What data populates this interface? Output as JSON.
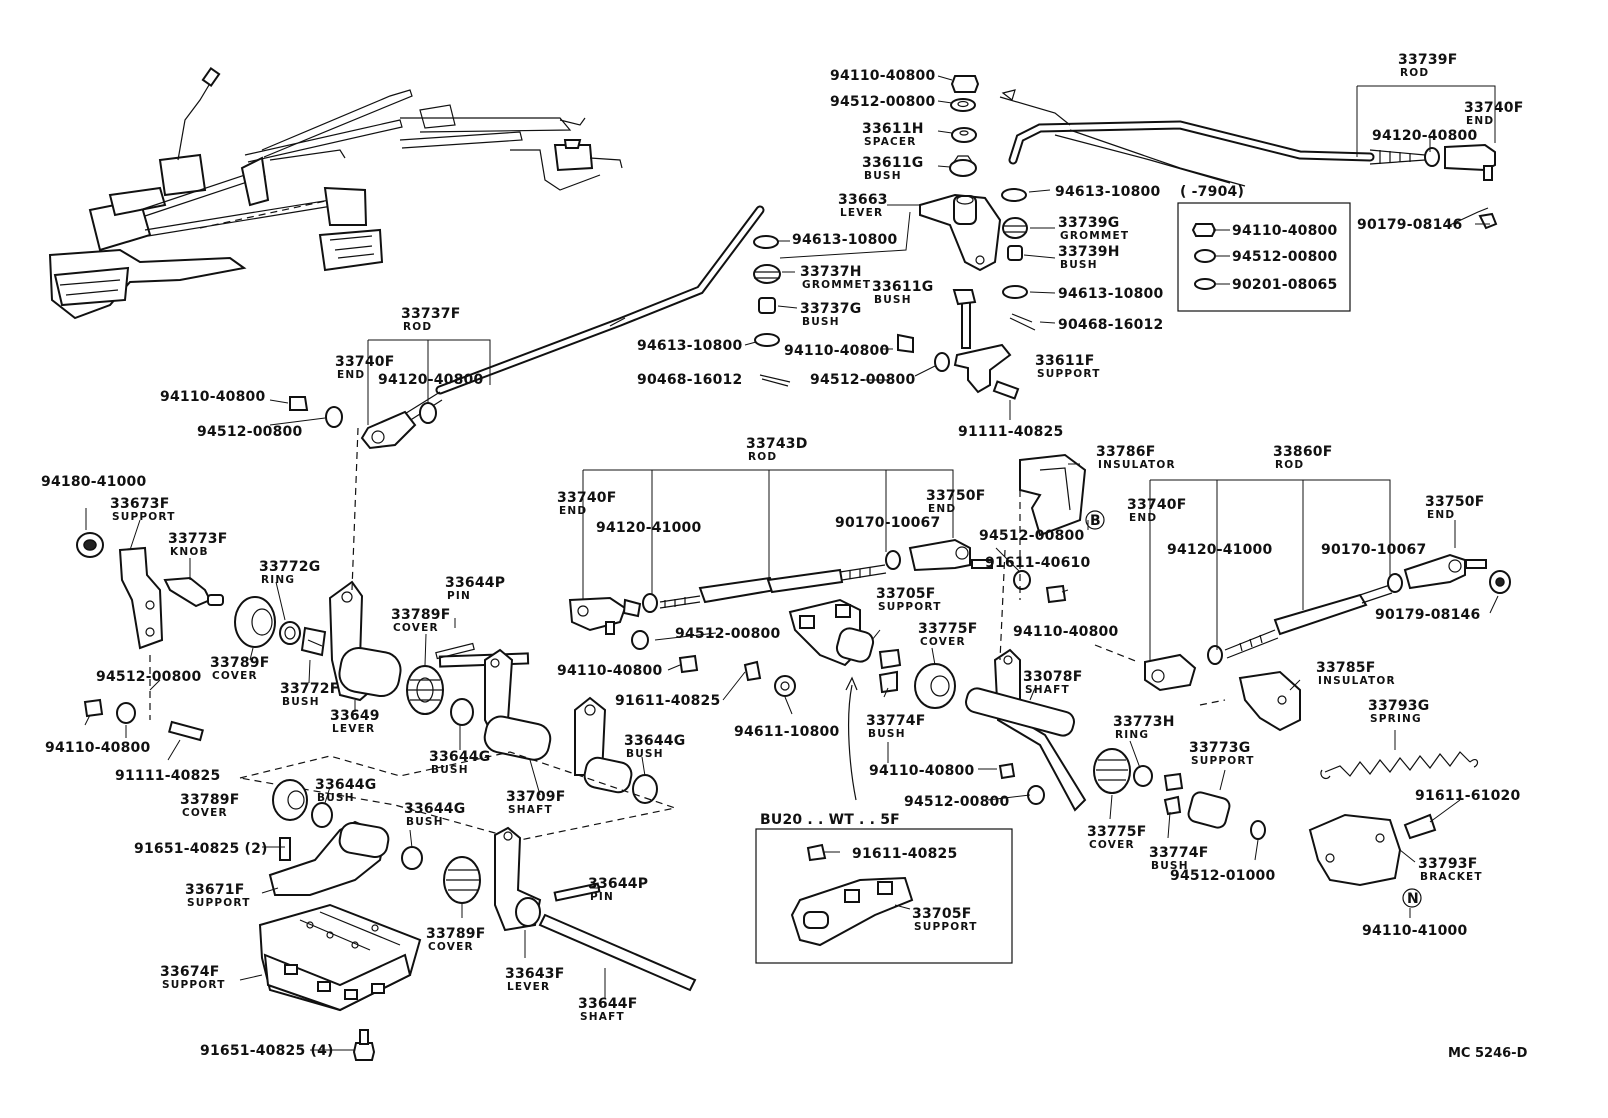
{
  "diagram_code": "MC 5246-D",
  "inset_title": "BU20 . . WT . . 5F",
  "date_note": "(      -7904)",
  "markers": {
    "b": "B",
    "n": "N"
  },
  "legend": [
    {
      "pn": "94110-40800"
    },
    {
      "pn": "94512-00800"
    },
    {
      "pn": "90201-08065"
    }
  ],
  "labels": [
    {
      "pn": "94110-40800"
    },
    {
      "pn": "94512-00800"
    },
    {
      "pn": "33611H",
      "name": "SPACER"
    },
    {
      "pn": "33611G",
      "name": "BUSH"
    },
    {
      "pn": "33663",
      "name": "LEVER"
    },
    {
      "pn": "94613-10800"
    },
    {
      "pn": "33737H",
      "name": "GROMMET"
    },
    {
      "pn": "33611G",
      "name": "BUSH"
    },
    {
      "pn": "33737G",
      "name": "BUSH"
    },
    {
      "pn": "94613-10800"
    },
    {
      "pn": "94110-40800"
    },
    {
      "pn": "90468-16012"
    },
    {
      "pn": "94512-00800"
    },
    {
      "pn": "33611F",
      "name": "SUPPORT"
    },
    {
      "pn": "91111-40825"
    },
    {
      "pn": "94613-10800"
    },
    {
      "pn": "33739G",
      "name": "GROMMET"
    },
    {
      "pn": "33739H",
      "name": "BUSH"
    },
    {
      "pn": "94613-10800"
    },
    {
      "pn": "90468-16012"
    },
    {
      "pn": "33739F",
      "name": "ROD"
    },
    {
      "pn": "33740F",
      "name": "END"
    },
    {
      "pn": "94120-40800"
    },
    {
      "pn": "90179-08146"
    },
    {
      "pn": "33737F",
      "name": "ROD"
    },
    {
      "pn": "33740F",
      "name": "END"
    },
    {
      "pn": "94120-40800"
    },
    {
      "pn": "94110-40800"
    },
    {
      "pn": "94512-00800"
    },
    {
      "pn": "94180-41000"
    },
    {
      "pn": "33673F",
      "name": "SUPPORT"
    },
    {
      "pn": "33773F",
      "name": "KNOB"
    },
    {
      "pn": "33772G",
      "name": "RING"
    },
    {
      "pn": "33789F",
      "name": "COVER"
    },
    {
      "pn": "33772F",
      "name": "BUSH"
    },
    {
      "pn": "94512-00800"
    },
    {
      "pn": "94110-40800"
    },
    {
      "pn": "91111-40825"
    },
    {
      "pn": "33649",
      "name": "LEVER"
    },
    {
      "pn": "33644P",
      "name": "PIN"
    },
    {
      "pn": "33789F",
      "name": "COVER"
    },
    {
      "pn": "33644G",
      "name": "BUSH"
    },
    {
      "pn": "33709F",
      "name": "SHAFT"
    },
    {
      "pn": "33644G",
      "name": "BUSH"
    },
    {
      "pn": "33743D",
      "name": "ROD"
    },
    {
      "pn": "33740F",
      "name": "END"
    },
    {
      "pn": "94120-41000"
    },
    {
      "pn": "90170-10067"
    },
    {
      "pn": "33750F",
      "name": "END"
    },
    {
      "pn": "94512-00800"
    },
    {
      "pn": "94110-40800"
    },
    {
      "pn": "91611-40825"
    },
    {
      "pn": "94611-10800"
    },
    {
      "pn": "33705F",
      "name": "SUPPORT"
    },
    {
      "pn": "33775F",
      "name": "COVER"
    },
    {
      "pn": "33774F",
      "name": "BUSH"
    },
    {
      "pn": "33786F",
      "name": "INSULATOR"
    },
    {
      "pn": "94512-00800"
    },
    {
      "pn": "91611-40610"
    },
    {
      "pn": "94110-40800"
    },
    {
      "pn": "33078F",
      "name": "SHAFT"
    },
    {
      "pn": "94110-40800"
    },
    {
      "pn": "94512-00800"
    },
    {
      "pn": "33775F",
      "name": "COVER"
    },
    {
      "pn": "33860F",
      "name": "ROD"
    },
    {
      "pn": "33740F",
      "name": "END"
    },
    {
      "pn": "94120-41000"
    },
    {
      "pn": "90170-10067"
    },
    {
      "pn": "33750F",
      "name": "END"
    },
    {
      "pn": "90179-08146"
    },
    {
      "pn": "33785F",
      "name": "INSULATOR"
    },
    {
      "pn": "33793G",
      "name": "SPRING"
    },
    {
      "pn": "33773H",
      "name": "RING"
    },
    {
      "pn": "33773G",
      "name": "SUPPORT"
    },
    {
      "pn": "33774F",
      "name": "BUSH"
    },
    {
      "pn": "94512-01000"
    },
    {
      "pn": "91611-61020"
    },
    {
      "pn": "33793F",
      "name": "BRACKET"
    },
    {
      "pn": "94110-41000"
    },
    {
      "pn": "33789F",
      "name": "COVER"
    },
    {
      "pn": "33644G",
      "name": "BUSH"
    },
    {
      "pn": "91651-40825 (2)"
    },
    {
      "pn": "33671F",
      "name": "SUPPORT"
    },
    {
      "pn": "33644G",
      "name": "BUSH"
    },
    {
      "pn": "33789F",
      "name": "COVER"
    },
    {
      "pn": "33644P",
      "name": "PIN"
    },
    {
      "pn": "33643F",
      "name": "LEVER"
    },
    {
      "pn": "33644F",
      "name": "SHAFT"
    },
    {
      "pn": "33674F",
      "name": "SUPPORT"
    },
    {
      "pn": "91651-40825 (4)"
    },
    {
      "pn": "91611-40825"
    },
    {
      "pn": "33705F",
      "name": "SUPPORT"
    }
  ]
}
